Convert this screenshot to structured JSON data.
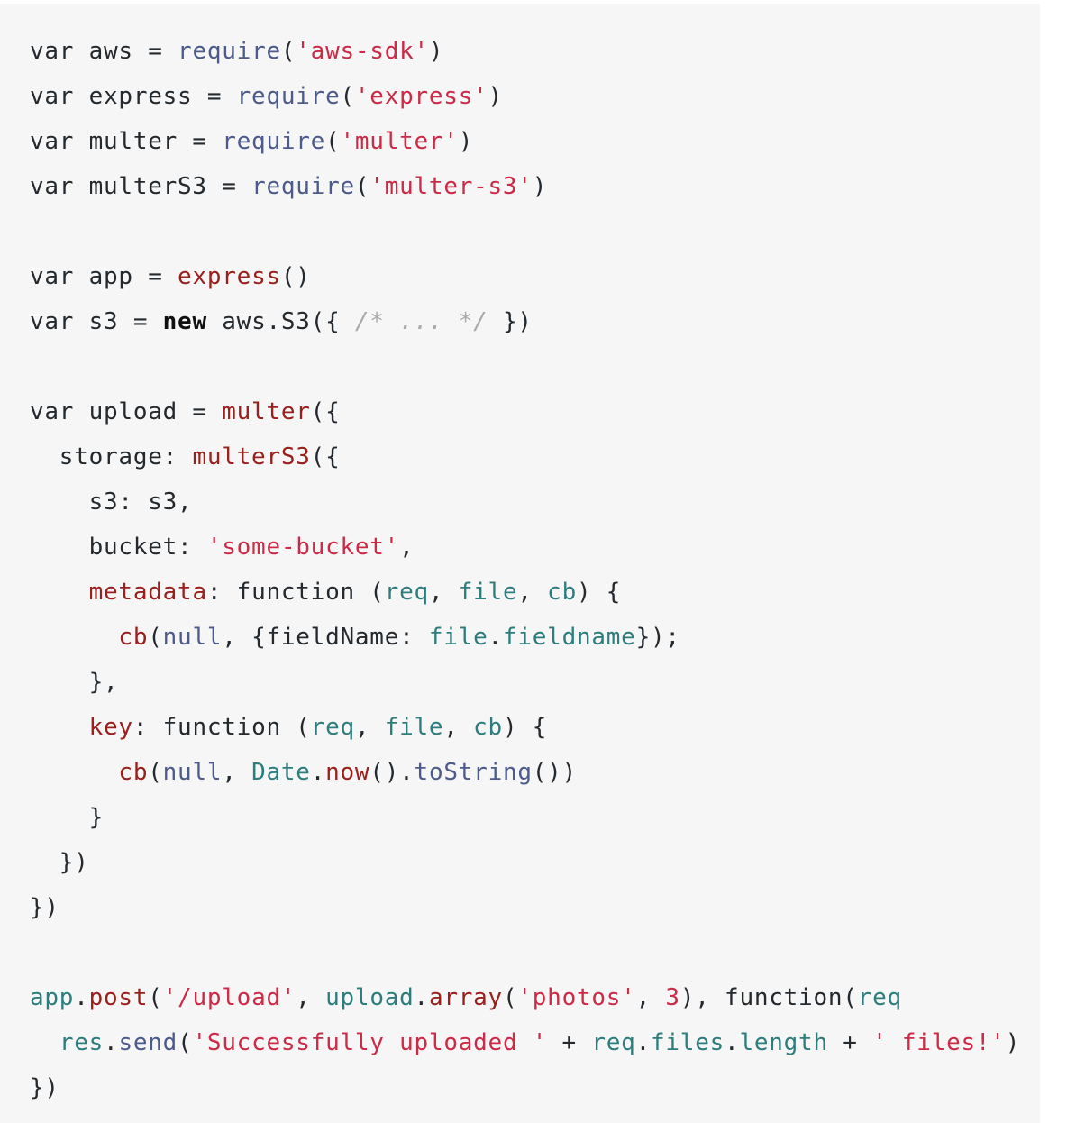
{
  "colors": {
    "background": "#f6f6f6",
    "plain": "#24292e",
    "string": "#cc2a46",
    "builtin": "#4d5a8c",
    "call": "#99201c",
    "property": "#2e7d7d",
    "number": "#cc2a46",
    "comment": "#a9a9a9",
    "keyword": "#111111"
  },
  "code": {
    "lines": [
      [
        {
          "t": "var aws = ",
          "c": "plain"
        },
        {
          "t": "require",
          "c": "builtin"
        },
        {
          "t": "(",
          "c": "plain"
        },
        {
          "t": "'aws-sdk'",
          "c": "string"
        },
        {
          "t": ")",
          "c": "plain"
        }
      ],
      [
        {
          "t": "var express = ",
          "c": "plain"
        },
        {
          "t": "require",
          "c": "builtin"
        },
        {
          "t": "(",
          "c": "plain"
        },
        {
          "t": "'express'",
          "c": "string"
        },
        {
          "t": ")",
          "c": "plain"
        }
      ],
      [
        {
          "t": "var multer = ",
          "c": "plain"
        },
        {
          "t": "require",
          "c": "builtin"
        },
        {
          "t": "(",
          "c": "plain"
        },
        {
          "t": "'multer'",
          "c": "string"
        },
        {
          "t": ")",
          "c": "plain"
        }
      ],
      [
        {
          "t": "var multerS3 = ",
          "c": "plain"
        },
        {
          "t": "require",
          "c": "builtin"
        },
        {
          "t": "(",
          "c": "plain"
        },
        {
          "t": "'multer-s3'",
          "c": "string"
        },
        {
          "t": ")",
          "c": "plain"
        }
      ],
      [],
      [
        {
          "t": "var app = ",
          "c": "plain"
        },
        {
          "t": "express",
          "c": "call"
        },
        {
          "t": "()",
          "c": "plain"
        }
      ],
      [
        {
          "t": "var s3 = ",
          "c": "plain"
        },
        {
          "t": "new",
          "c": "keyword"
        },
        {
          "t": " aws.S3({ ",
          "c": "plain"
        },
        {
          "t": "/* ... */",
          "c": "comment"
        },
        {
          "t": " })",
          "c": "plain"
        }
      ],
      [],
      [
        {
          "t": "var upload = ",
          "c": "plain"
        },
        {
          "t": "multer",
          "c": "call"
        },
        {
          "t": "({",
          "c": "plain"
        }
      ],
      [
        {
          "t": "  storage: ",
          "c": "plain"
        },
        {
          "t": "multerS3",
          "c": "call"
        },
        {
          "t": "({",
          "c": "plain"
        }
      ],
      [
        {
          "t": "    s3: s3,",
          "c": "plain"
        }
      ],
      [
        {
          "t": "    bucket: ",
          "c": "plain"
        },
        {
          "t": "'some-bucket'",
          "c": "string"
        },
        {
          "t": ",",
          "c": "plain"
        }
      ],
      [
        {
          "t": "    ",
          "c": "plain"
        },
        {
          "t": "metadata",
          "c": "call"
        },
        {
          "t": ": function (",
          "c": "plain"
        },
        {
          "t": "req",
          "c": "property"
        },
        {
          "t": ", ",
          "c": "plain"
        },
        {
          "t": "file",
          "c": "property"
        },
        {
          "t": ", ",
          "c": "plain"
        },
        {
          "t": "cb",
          "c": "property"
        },
        {
          "t": ") {",
          "c": "plain"
        }
      ],
      [
        {
          "t": "      ",
          "c": "plain"
        },
        {
          "t": "cb",
          "c": "call"
        },
        {
          "t": "(",
          "c": "plain"
        },
        {
          "t": "null",
          "c": "builtin"
        },
        {
          "t": ", {fieldName: ",
          "c": "plain"
        },
        {
          "t": "file",
          "c": "property"
        },
        {
          "t": ".",
          "c": "plain"
        },
        {
          "t": "fieldname",
          "c": "property"
        },
        {
          "t": "});",
          "c": "plain"
        }
      ],
      [
        {
          "t": "    },",
          "c": "plain"
        }
      ],
      [
        {
          "t": "    ",
          "c": "plain"
        },
        {
          "t": "key",
          "c": "call"
        },
        {
          "t": ": function (",
          "c": "plain"
        },
        {
          "t": "req",
          "c": "property"
        },
        {
          "t": ", ",
          "c": "plain"
        },
        {
          "t": "file",
          "c": "property"
        },
        {
          "t": ", ",
          "c": "plain"
        },
        {
          "t": "cb",
          "c": "property"
        },
        {
          "t": ") {",
          "c": "plain"
        }
      ],
      [
        {
          "t": "      ",
          "c": "plain"
        },
        {
          "t": "cb",
          "c": "call"
        },
        {
          "t": "(",
          "c": "plain"
        },
        {
          "t": "null",
          "c": "builtin"
        },
        {
          "t": ", ",
          "c": "plain"
        },
        {
          "t": "Date",
          "c": "property"
        },
        {
          "t": ".",
          "c": "plain"
        },
        {
          "t": "now",
          "c": "call"
        },
        {
          "t": "().",
          "c": "plain"
        },
        {
          "t": "toString",
          "c": "builtin"
        },
        {
          "t": "())",
          "c": "plain"
        }
      ],
      [
        {
          "t": "    }",
          "c": "plain"
        }
      ],
      [
        {
          "t": "  })",
          "c": "plain"
        }
      ],
      [
        {
          "t": "})",
          "c": "plain"
        }
      ],
      [],
      [
        {
          "t": "app",
          "c": "property"
        },
        {
          "t": ".",
          "c": "plain"
        },
        {
          "t": "post",
          "c": "call"
        },
        {
          "t": "(",
          "c": "plain"
        },
        {
          "t": "'/upload'",
          "c": "string"
        },
        {
          "t": ", ",
          "c": "plain"
        },
        {
          "t": "upload",
          "c": "property"
        },
        {
          "t": ".",
          "c": "plain"
        },
        {
          "t": "array",
          "c": "call"
        },
        {
          "t": "(",
          "c": "plain"
        },
        {
          "t": "'photos'",
          "c": "string"
        },
        {
          "t": ", ",
          "c": "plain"
        },
        {
          "t": "3",
          "c": "number"
        },
        {
          "t": "), function(",
          "c": "plain"
        },
        {
          "t": "req",
          "c": "property"
        }
      ],
      [
        {
          "t": "  ",
          "c": "plain"
        },
        {
          "t": "res",
          "c": "property"
        },
        {
          "t": ".",
          "c": "plain"
        },
        {
          "t": "send",
          "c": "builtin"
        },
        {
          "t": "(",
          "c": "plain"
        },
        {
          "t": "'Successfully uploaded '",
          "c": "string"
        },
        {
          "t": " + ",
          "c": "plain"
        },
        {
          "t": "req",
          "c": "property"
        },
        {
          "t": ".",
          "c": "plain"
        },
        {
          "t": "files",
          "c": "property"
        },
        {
          "t": ".",
          "c": "plain"
        },
        {
          "t": "length",
          "c": "property"
        },
        {
          "t": " + ",
          "c": "plain"
        },
        {
          "t": "' files!'",
          "c": "string"
        },
        {
          "t": ")",
          "c": "plain"
        }
      ],
      [
        {
          "t": "})",
          "c": "plain"
        }
      ]
    ]
  }
}
